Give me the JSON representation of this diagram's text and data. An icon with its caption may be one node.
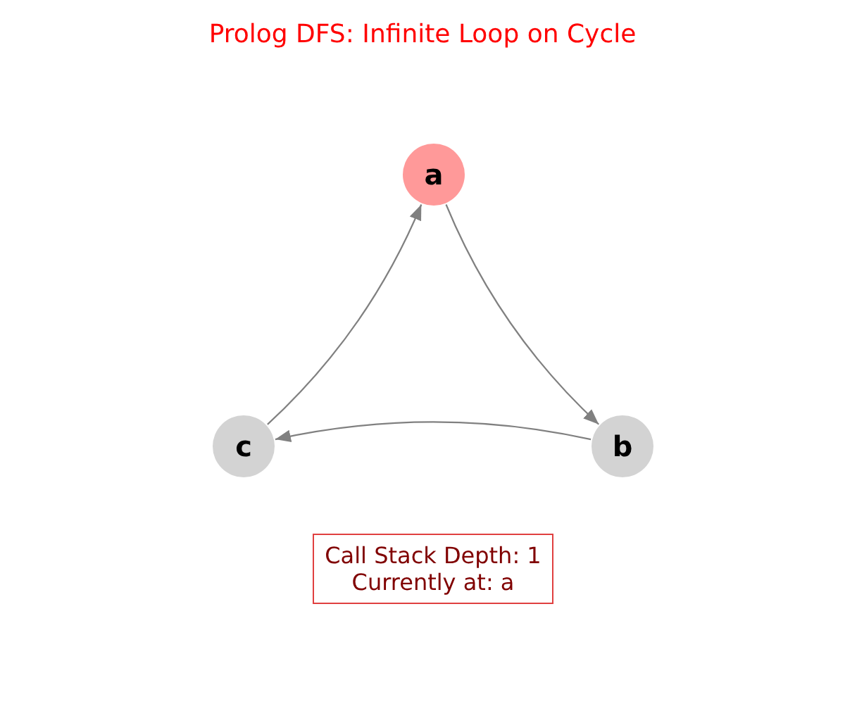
{
  "diagram": {
    "title": "Prolog DFS: Infinite Loop on Cycle",
    "nodes": [
      {
        "text": [
          "a"
        ]
      },
      {
        "text": [
          "b"
        ]
      },
      {
        "text": [
          "c"
        ]
      },
      {
        "text": [
          "Call Stack Depth: 1 Currently at: a"
        ]
      }
    ],
    "edges": [
      {
        "from": 0,
        "to": 1,
        "arrow": "to"
      },
      {
        "from": 1,
        "to": 2,
        "arrow": "to"
      },
      {
        "from": 2,
        "to": 0,
        "arrow": "to"
      }
    ]
  }
}
